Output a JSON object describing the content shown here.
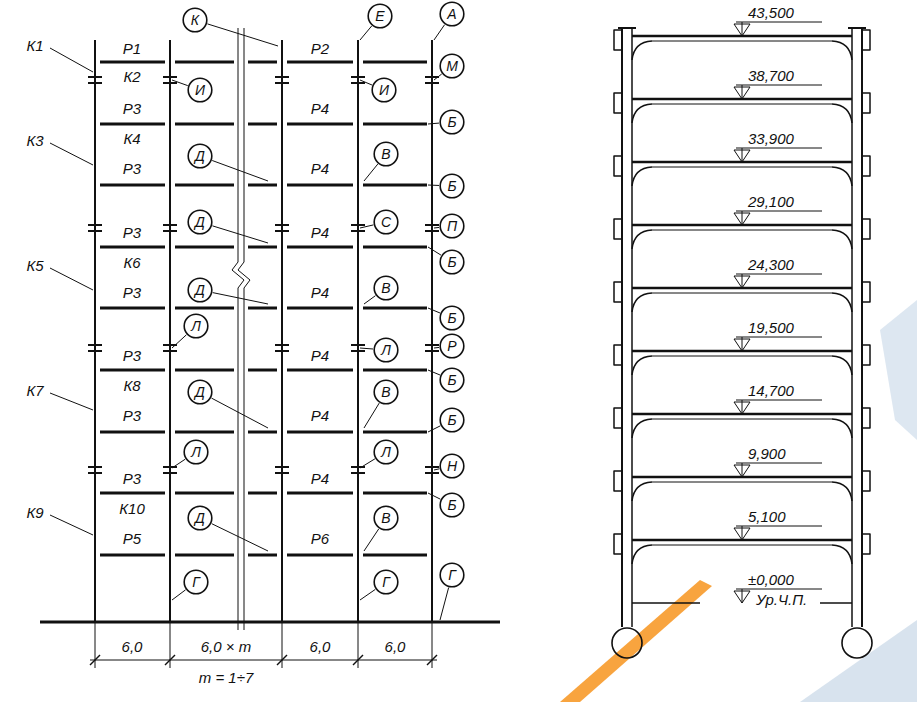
{
  "diagram": {
    "nodes": [
      {
        "text": [
          "К"
        ]
      },
      {
        "text": [
          "Е"
        ]
      },
      {
        "text": [
          "А"
        ]
      },
      {
        "text": [
          "М"
        ]
      },
      {
        "text": [
          "И"
        ]
      },
      {
        "text": [
          "И"
        ]
      },
      {
        "text": [
          "Б"
        ]
      },
      {
        "text": [
          "Д"
        ]
      },
      {
        "text": [
          "В"
        ]
      },
      {
        "text": [
          "Б"
        ]
      },
      {
        "text": [
          "Д"
        ]
      },
      {
        "text": [
          "С"
        ]
      },
      {
        "text": [
          "П"
        ]
      },
      {
        "text": [
          "Б"
        ]
      },
      {
        "text": [
          "Д"
        ]
      },
      {
        "text": [
          "В"
        ]
      },
      {
        "text": [
          "Б"
        ]
      },
      {
        "text": [
          "Л"
        ]
      },
      {
        "text": [
          "Л"
        ]
      },
      {
        "text": [
          "Р"
        ]
      },
      {
        "text": [
          "Б"
        ]
      },
      {
        "text": [
          "Д"
        ]
      },
      {
        "text": [
          "В"
        ]
      },
      {
        "text": [
          "Б"
        ]
      },
      {
        "text": [
          "Л"
        ]
      },
      {
        "text": [
          "Л"
        ]
      },
      {
        "text": [
          "Н"
        ]
      },
      {
        "text": [
          "Б"
        ]
      },
      {
        "text": [
          "Д"
        ]
      },
      {
        "text": [
          "В"
        ]
      },
      {
        "text": [
          "Г"
        ]
      },
      {
        "text": [
          "Г"
        ]
      },
      {
        "text": [
          "Г"
        ]
      }
    ],
    "labels": [
      "К1",
      "К3",
      "К5",
      "К7",
      "К9",
      "Р1",
      "К2",
      "Р3",
      "К4",
      "Р3",
      "Р3",
      "К6",
      "Р3",
      "Р3",
      "К8",
      "Р3",
      "Р3",
      "К10",
      "Р5",
      "Р2",
      "Р4",
      "Р4",
      "Р4",
      "Р4",
      "Р4",
      "Р4",
      "Р4",
      "Р6",
      "6,0",
      "6,0 × m",
      "6,0",
      "6,0",
      "m = 1÷7",
      "43,500",
      "38,700",
      "33,900",
      "29,100",
      "24,300",
      "19,500",
      "14,700",
      "9,900",
      "5,100",
      "±0,000",
      "Ур.Ч.П."
    ]
  }
}
